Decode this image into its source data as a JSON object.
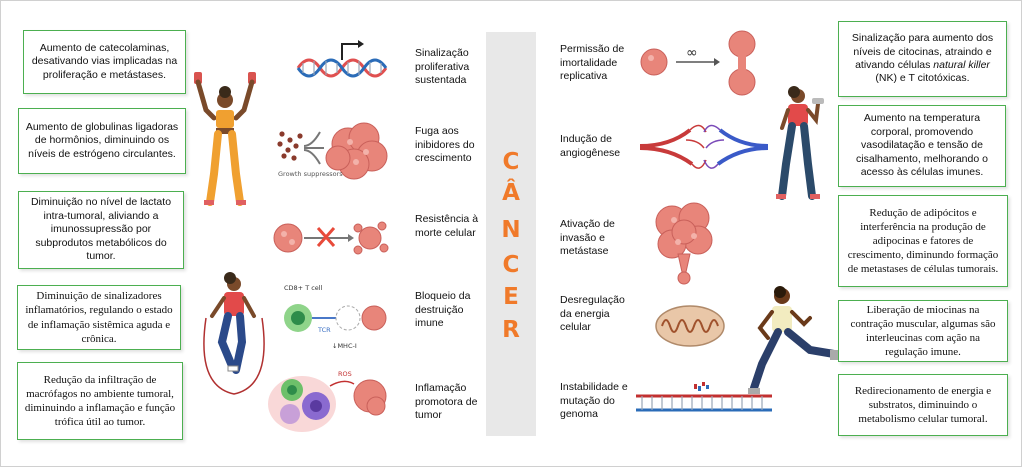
{
  "left_boxes": [
    "Aumento de catecolaminas, desativando vias implicadas na proliferação e metástases.",
    "Aumento de globulinas ligadoras de hormônios, diminuindo os níveis de estrógeno circulantes.",
    "Diminuição no nível de lactato intra-tumoral, aliviando a imunossupressão por subprodutos metabólicos do tumor.",
    "Diminuição de sinalizadores inflamatórios, regulando o estado de inflamação sistêmica aguda e crônica.",
    "Redução da infiltração de macrófagos no ambiente tumoral, diminuindo a inflamação e função trófica útil ao tumor."
  ],
  "right_boxes": [
    {
      "before": "Sinalização para aumento dos níveis de citocinas, atraindo e ativando células ",
      "italic": "natural killer",
      "after": " (NK) e T citotóxicas."
    },
    {
      "before": "Aumento na temperatura corporal, promovendo vasodilatação e tensão de cisalhamento, melhorando o acesso às células imunes.",
      "italic": "",
      "after": ""
    },
    {
      "before": "Redução de adipócitos e interferência na produção de adipocinas e fatores de crescimento, diminundo formação de metastases de células tumorais.",
      "italic": "",
      "after": ""
    },
    {
      "before": "Liberação de miocinas na contração muscular, algumas são interleucinas com ação na regulação imune.",
      "italic": "",
      "after": ""
    },
    {
      "before": "Redirecionamento de energia e substratos, diminuindo o metabolismo celular tumoral.",
      "italic": "",
      "after": ""
    }
  ],
  "hallmarks_left": [
    "Sinalização proliferativa sustentada",
    "Fuga aos inibidores do crescimento",
    "Resistência à morte celular",
    "Bloqueio da destruição imune",
    "Inflamação promotora de tumor"
  ],
  "hallmarks_right": [
    "Permissão de imortalidade replicativa",
    "Indução de angiogênese",
    "Ativação de invasão e metástase",
    "Desregulação da energia celular",
    "Instabilidade e mutação do genoma"
  ],
  "center_word": [
    "C",
    "Â",
    "N",
    "C",
    "E",
    "R"
  ],
  "icon_labels": {
    "growth_suppressors": "Growth suppressors",
    "cd8": "CD8+ T cell",
    "tcr": "TCR",
    "mhc": "↓MHC-I",
    "ros": "ROS",
    "infinity": "∞"
  },
  "colors": {
    "box_border": "#4caf50",
    "cancer_letters": "#f07a2a",
    "center_bar": "#e8e8e8",
    "tumor": "#e8857a"
  }
}
